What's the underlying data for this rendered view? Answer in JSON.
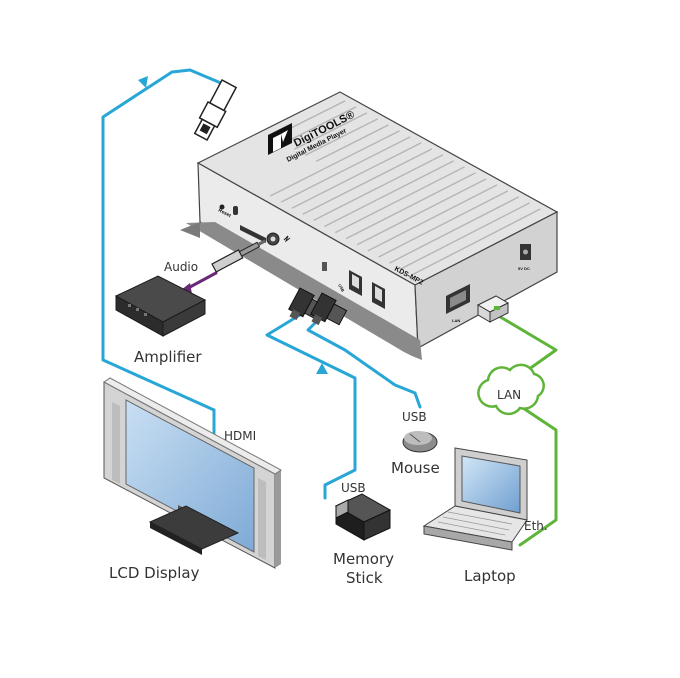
{
  "device": {
    "brand": "DigiTOOLS",
    "registered": "®",
    "subtitle": "Digital Media Player",
    "model": "KDS-MP2",
    "reset_label": "Reset",
    "dc_label": "5V DC",
    "usb_label": "USB",
    "lan_label": "LAN"
  },
  "labels": {
    "audio": "Audio",
    "amplifier": "Amplifier",
    "hdmi": "HDMI",
    "lcd_display": "LCD Display",
    "usb_stick": "USB",
    "memory_line1": "Memory",
    "memory_line2": "Stick",
    "usb_mouse": "USB",
    "mouse": "Mouse",
    "lan": "LAN",
    "eth": "Eth.",
    "laptop": "Laptop"
  },
  "colors": {
    "hdmi_usb_cable": "#28a6d6",
    "audio_cable": "#6a2a78",
    "lan_cable": "#5fb53a",
    "device_body": "#e4e4e4",
    "screen": "#9fc4e6"
  }
}
